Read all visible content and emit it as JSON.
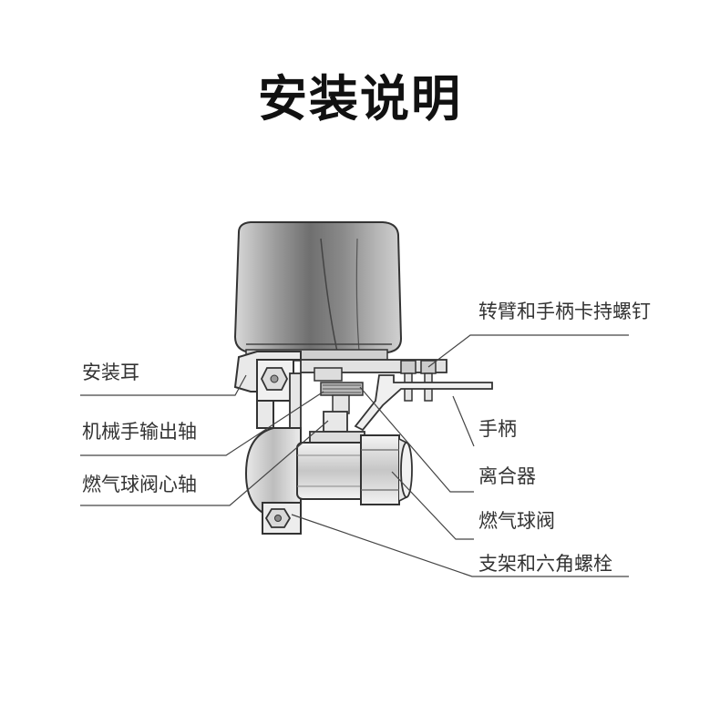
{
  "title": "安装说明",
  "labels": {
    "mounting_ear": "安装耳",
    "output_shaft": "机械手输出轴",
    "valve_core_shaft": "燃气球阀心轴",
    "arm_screw": "转臂和手柄卡持螺钉",
    "handle": "手柄",
    "clutch": "离合器",
    "gas_ball_valve": "燃气球阀",
    "bracket_bolt": "支架和六角螺栓"
  }
}
